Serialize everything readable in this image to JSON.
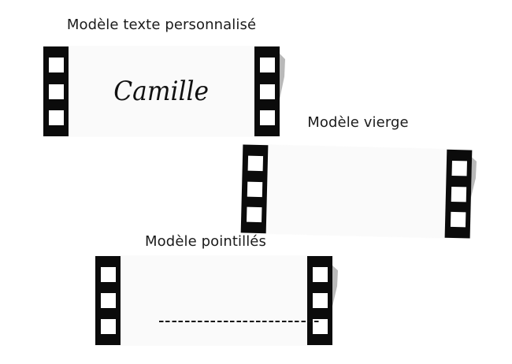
{
  "page": {
    "background_color": "#ffffff"
  },
  "colors": {
    "card_background": "#fafafa",
    "film_strip": "#0b0b0b",
    "strip_hole": "#ffffff",
    "fold_shadow": "#b9b9b9",
    "title_text": "#1b1b1b",
    "name_text": "#111111",
    "dotted_line": "#111111"
  },
  "cards": [
    {
      "id": "personalized",
      "title": "Modèle texte personnalisé",
      "name_text": "Camille"
    },
    {
      "id": "blank",
      "title": "Modèle vierge"
    },
    {
      "id": "dotted",
      "title": "Modèle pointillés"
    }
  ]
}
